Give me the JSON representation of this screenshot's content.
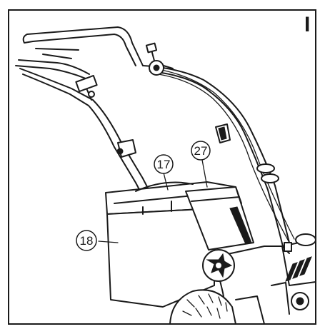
{
  "figure": {
    "section_label": "I",
    "callouts": [
      {
        "id": "callout-17",
        "text": "17"
      },
      {
        "id": "callout-27",
        "text": "27"
      },
      {
        "id": "callout-18",
        "text": "18"
      }
    ]
  },
  "colors": {
    "ink": "#1a1a1a",
    "paper": "#ffffff"
  }
}
